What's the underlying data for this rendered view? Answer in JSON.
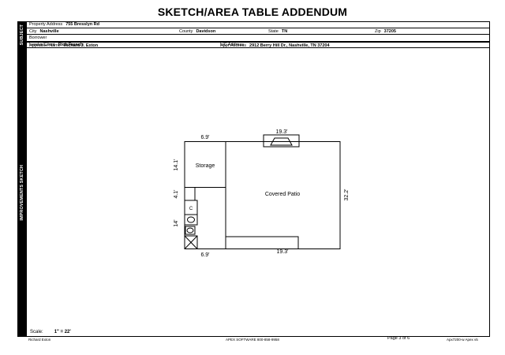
{
  "title": "SKETCH/AREA TABLE ADDENDUM",
  "side_tabs": {
    "subject": "SUBJECT",
    "improvements": "IMPROVEMENTS SKETCH"
  },
  "subject": {
    "property_address_label": "Property Address",
    "property_address": "755 Bresslyn Rd",
    "city_label": "City",
    "city": "Nashville",
    "county_label": "County",
    "county": "Davidson",
    "state_label": "State",
    "state": "TN",
    "zip_label": "Zip",
    "zip": "37205",
    "borrower_label": "Borrower",
    "borrower": "",
    "lender_label": "Lender/Client",
    "lender": "Rick French",
    "lic_label": "L/C Address",
    "lic": "",
    "appraiser_label": "Appraiser Name",
    "appraiser": "Richard J. Exton",
    "appr_address_label": "Appr Address",
    "appr_address": "2912 Berry Hill Dr., Nashville, TN  37204"
  },
  "sketch": {
    "rooms": {
      "storage": "Storage",
      "covered_patio": "Covered Patio",
      "closet": "C"
    },
    "dimensions": {
      "top_storage": "6.9'",
      "top_patio": "19.3'",
      "bottom_storage": "6.9'",
      "bottom_patio": "19.3'",
      "left_storage": "14.1'",
      "left_hall": "4.1'",
      "left_bath": "14'",
      "right_patio": "32.2'"
    }
  },
  "scale": {
    "label": "Scale:",
    "value": "1\" = 22'"
  },
  "footer": {
    "left": "Richard Exton",
    "center": "APEX SOFTWARE 800-858-9958",
    "page": "Page 3 of 6",
    "right": "Apx7200-w Apex v5"
  }
}
